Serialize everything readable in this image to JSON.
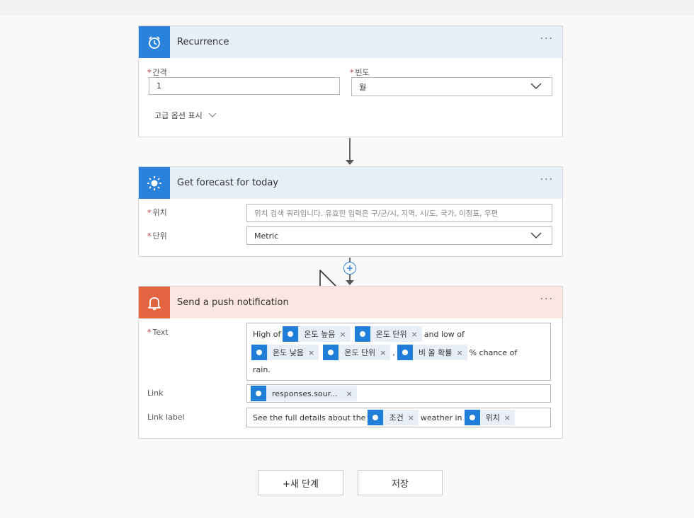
{
  "recurrence": {
    "title": "Recurrence",
    "menu": "···",
    "interval_label": "간격",
    "interval_value": "1",
    "frequency_label": "빈도",
    "frequency_value": "월",
    "advanced_label": "고급 옵션 표시",
    "icon": "alarm-clock-icon",
    "color": "#2b82dc"
  },
  "forecast": {
    "title": "Get forecast for today",
    "menu": "···",
    "location_label": "위치",
    "location_placeholder": "위치 검색 쿼리입니다. 유효한 입력은 구/군/시, 지역, 시/도, 국가, 이정표, 우편",
    "units_label": "단위",
    "units_value": "Metric",
    "icon": "sun-icon",
    "color": "#2b82dc"
  },
  "push": {
    "title": "Send a push notification",
    "menu": "···",
    "text_label": "Text",
    "text_line1_prefix": "High of",
    "token_temp_high": "온도 높음",
    "token_temp_unit": "온도 단위",
    "text_line1_mid": "and low of",
    "token_temp_low": "온도 낮음",
    "token_temp_unit2": "온도 단위",
    "comma": ",",
    "token_rain": "비 올 확률",
    "text_line2_suffix": "% chance of",
    "text_line3": "rain.",
    "link_label": "Link",
    "token_link": "responses.sour...",
    "link_label_label": "Link label",
    "linklabel_prefix": "See the full details about the",
    "token_condition": "조건",
    "linklabel_mid": "weather in",
    "token_location": "위치",
    "close": "×",
    "icon": "bell-icon",
    "color": "#e2653f"
  },
  "footer": {
    "new_step": "+새 단계",
    "save": "저장"
  }
}
